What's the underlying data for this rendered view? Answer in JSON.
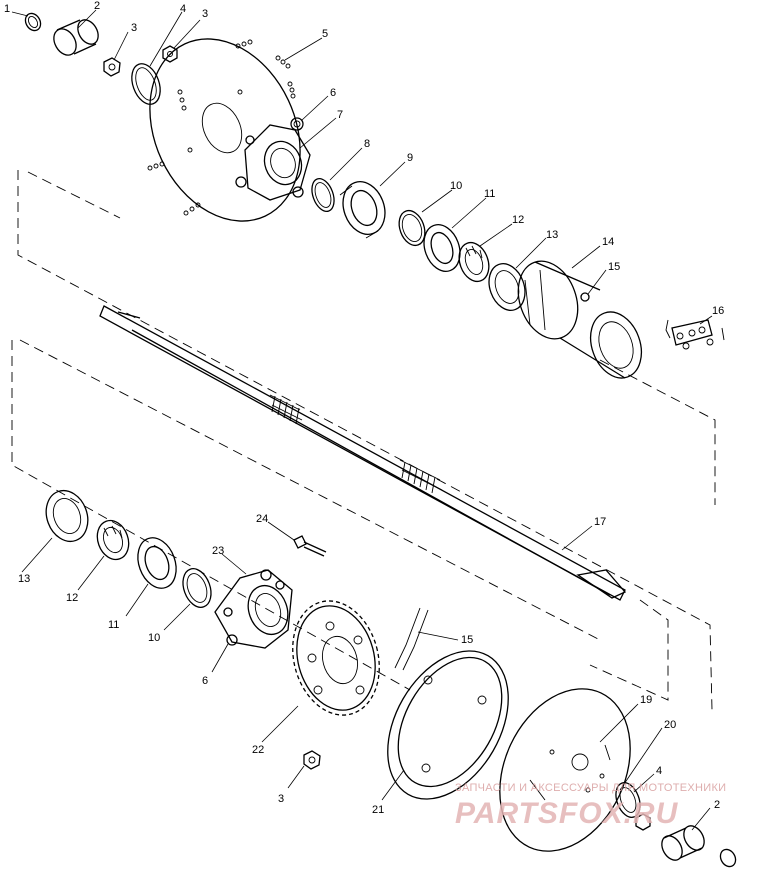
{
  "callouts": {
    "c1": "1",
    "c2a": "2",
    "c3a": "3",
    "c4a": "4",
    "c3b": "3",
    "c5": "5",
    "c6a": "6",
    "c7": "7",
    "c8": "8",
    "c9": "9",
    "c10a": "10",
    "c11a": "11",
    "c12a": "12",
    "c13a": "13",
    "c14": "14",
    "c15a": "15",
    "c16": "16",
    "c17": "17",
    "c13b": "13",
    "c12b": "12",
    "c11b": "11",
    "c10b": "10",
    "c24": "24",
    "c23": "23",
    "c6b": "6",
    "c15b": "15",
    "c22": "22",
    "c3c": "3",
    "c21": "21",
    "c19": "19",
    "c20": "20",
    "c4b": "4",
    "c2b": "2"
  },
  "watermark": {
    "line1": "ЗАПЧАСТИ И АКСЕССУАРЫ ДЛЯ МОТОТЕХНИКИ",
    "line2": "PARTSFOX.RU"
  }
}
